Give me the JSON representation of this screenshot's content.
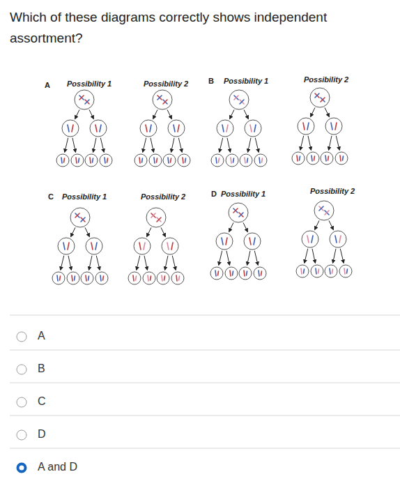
{
  "diagram": {
    "title": "Which of these diagrams correctly shows independent assortment?",
    "labels": [
      "A",
      "Possibility 1",
      "Possibility 2",
      "B",
      "Possibility 1",
      "Possibility 2",
      "C",
      "Possibility 1",
      "Possibility 2",
      "D",
      "Possibility 1",
      "Possibility 2",
      "A",
      "B",
      "C",
      "D",
      "A and D"
    ]
  }
}
